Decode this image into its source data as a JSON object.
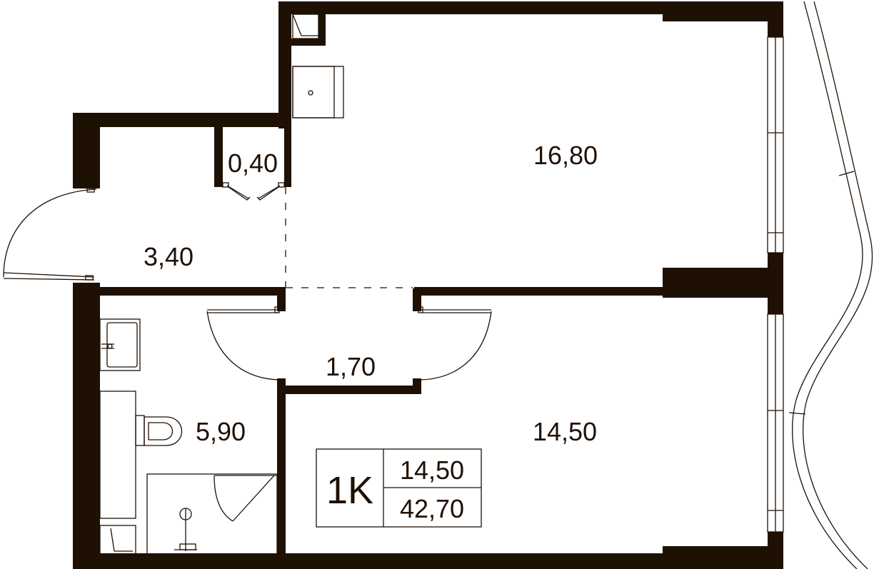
{
  "rooms": {
    "living_room": {
      "area": "16,80"
    },
    "hallway": {
      "area": "3,40"
    },
    "closet": {
      "area": "0,40"
    },
    "corridor": {
      "area": "1,70"
    },
    "bathroom": {
      "area": "5,90"
    },
    "bedroom": {
      "area": "14,50"
    }
  },
  "info_box": {
    "type": "1K",
    "living_area": "14,50",
    "total_area": "42,70"
  },
  "colors": {
    "wall": "#1f1004",
    "background": "#ffffff"
  }
}
